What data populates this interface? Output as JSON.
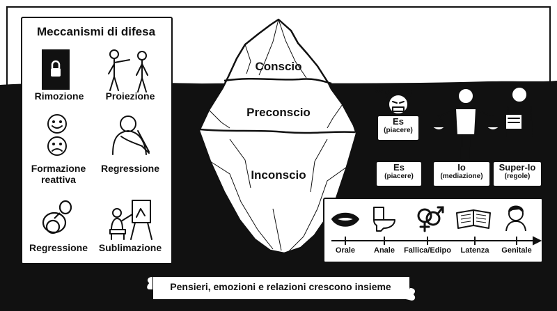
{
  "defense_panel": {
    "title": "Meccanismi di difesa",
    "items": [
      {
        "label": "Rimozione",
        "icon": "locked-door-icon"
      },
      {
        "label": "Proiezione",
        "icon": "pointing-figures-icon"
      },
      {
        "label": "Formazione reattiva",
        "icon": "smile-frown-faces-icon"
      },
      {
        "label": "Regressione",
        "icon": "hunched-person-icon"
      },
      {
        "label": "Regressione",
        "icon": "pacifier-icon"
      },
      {
        "label": "Sublimazione",
        "icon": "painter-easel-icon"
      }
    ]
  },
  "iceberg": {
    "levels": [
      "Conscio",
      "Preconscio",
      "Inconscio"
    ]
  },
  "structure": {
    "figure_sign": {
      "name": "Es",
      "sub": "(piacere)"
    },
    "items": [
      {
        "name": "Es",
        "sub": "(piacere)",
        "icon": "angry-child-icon"
      },
      {
        "name": "Io",
        "sub": "(mediazione)",
        "icon": "man-with-scales-icon"
      },
      {
        "name": "Super-Io",
        "sub": "(regole)",
        "icon": "man-with-rulebook-icon"
      }
    ]
  },
  "stages": {
    "items": [
      {
        "label": "Orale",
        "icon": "mouth-icon"
      },
      {
        "label": "Anale",
        "icon": "toilet-icon"
      },
      {
        "label": "Fallica/Edipo",
        "icon": "gender-symbols-icon"
      },
      {
        "label": "Latenza",
        "icon": "open-book-icon"
      },
      {
        "label": "Genitale",
        "icon": "young-man-icon"
      }
    ]
  },
  "banner": {
    "text": "Pensieri, emozioni e relazioni crescono insieme"
  },
  "colors": {
    "ink": "#111111",
    "paper": "#ffffff",
    "water": "#111111",
    "ice": "#ffffff"
  }
}
